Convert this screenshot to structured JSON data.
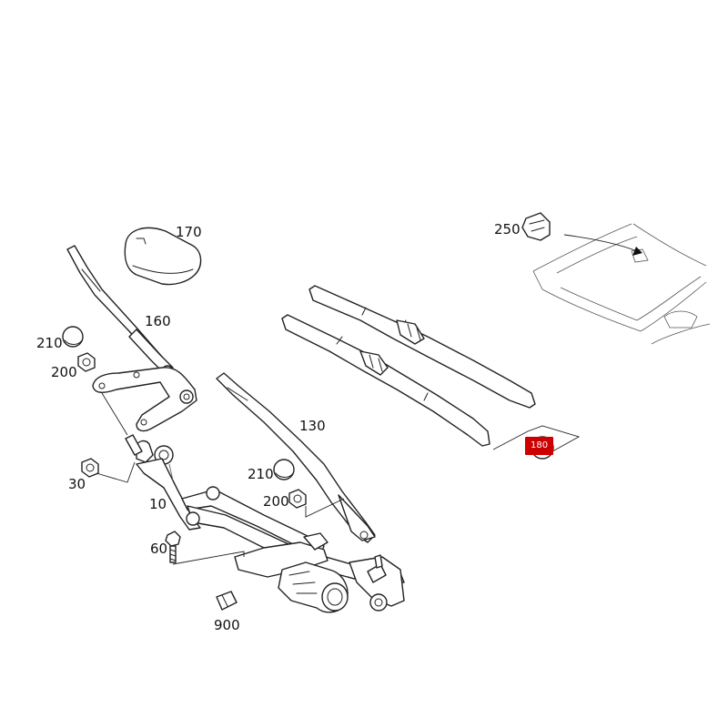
{
  "callouts": {
    "p170": "170",
    "p160": "160",
    "p210a": "210",
    "p200a": "200",
    "p30": "30",
    "p10": "10",
    "p60": "60",
    "p900": "900",
    "p130": "130",
    "p210b": "210",
    "p200b": "200",
    "p250": "250",
    "p180": "180"
  },
  "colors": {
    "highlight": "#cc0000",
    "line": "#222222"
  }
}
